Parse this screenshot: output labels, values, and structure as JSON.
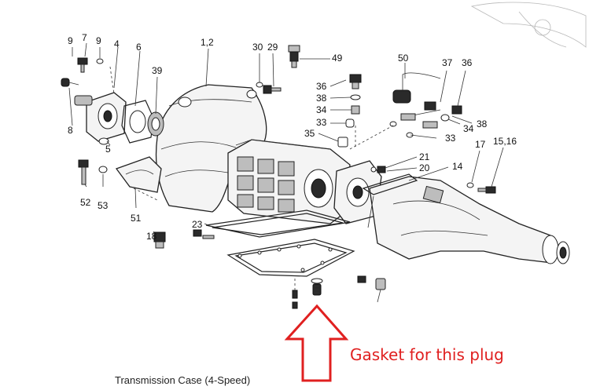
{
  "caption": "Transmission Case (4-Speed)",
  "callout": {
    "text": "Gasket for this plug",
    "color": "#e02020"
  },
  "part_labels": [
    "9",
    "7",
    "9",
    "4",
    "6",
    "1,2",
    "30",
    "29",
    "49",
    "50",
    "37",
    "36",
    "39",
    "8",
    "5",
    "36",
    "38",
    "34",
    "33",
    "35",
    "34",
    "38",
    "33",
    "21",
    "20",
    "14",
    "17",
    "15,16",
    "52",
    "53",
    "51",
    "23",
    "18"
  ]
}
